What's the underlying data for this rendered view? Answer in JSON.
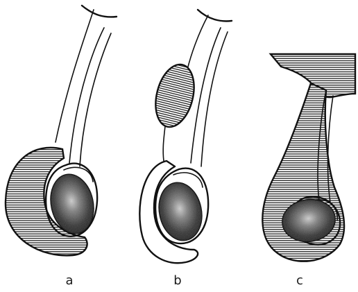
{
  "figure": {
    "panels": [
      {
        "label": "a"
      },
      {
        "label": "b"
      },
      {
        "label": "c"
      }
    ],
    "colors": {
      "ink": "#111111",
      "hatch": "#222222",
      "testis": "#1c1c1c",
      "background": "#ffffff"
    }
  }
}
